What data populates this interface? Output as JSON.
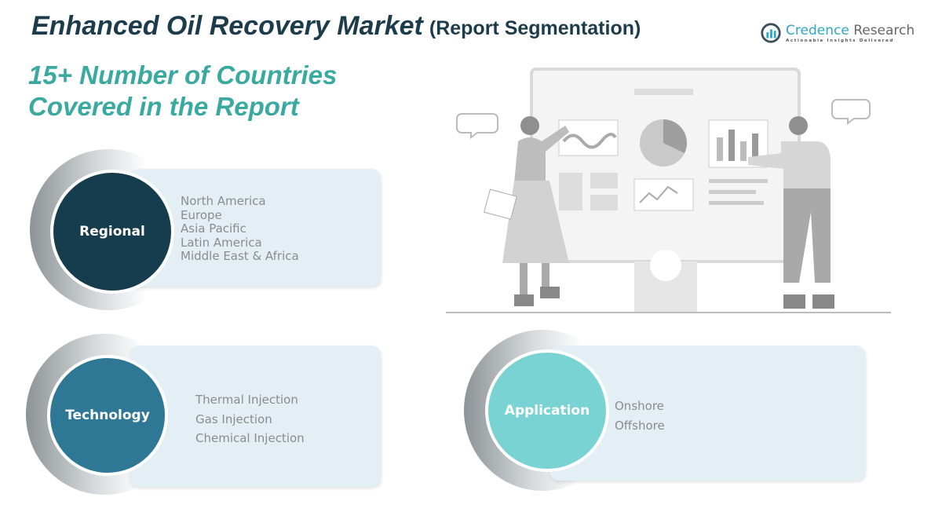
{
  "title": {
    "main": "Enhanced Oil Recovery Market",
    "sub": "(Report Segmentation)"
  },
  "subtitle": {
    "line1": "15+ Number of Countries",
    "line2": "Covered in the Report"
  },
  "logo": {
    "name_part1": "Credence",
    "name_part2": "Research",
    "tagline": "Actionable Insights Delivered"
  },
  "segments": [
    {
      "label": "Regional",
      "color": "#163d4e",
      "items": [
        "North America",
        "Europe",
        "Asia Pacific",
        "Latin America",
        "Middle East & Africa"
      ]
    },
    {
      "label": "Technology",
      "color": "#2e7895",
      "items": [
        "Thermal Injection",
        "Gas Injection",
        "Chemical Injection"
      ]
    },
    {
      "label": "Application",
      "color": "#79d3d3",
      "items": [
        "Onshore",
        "Offshore"
      ]
    }
  ]
}
